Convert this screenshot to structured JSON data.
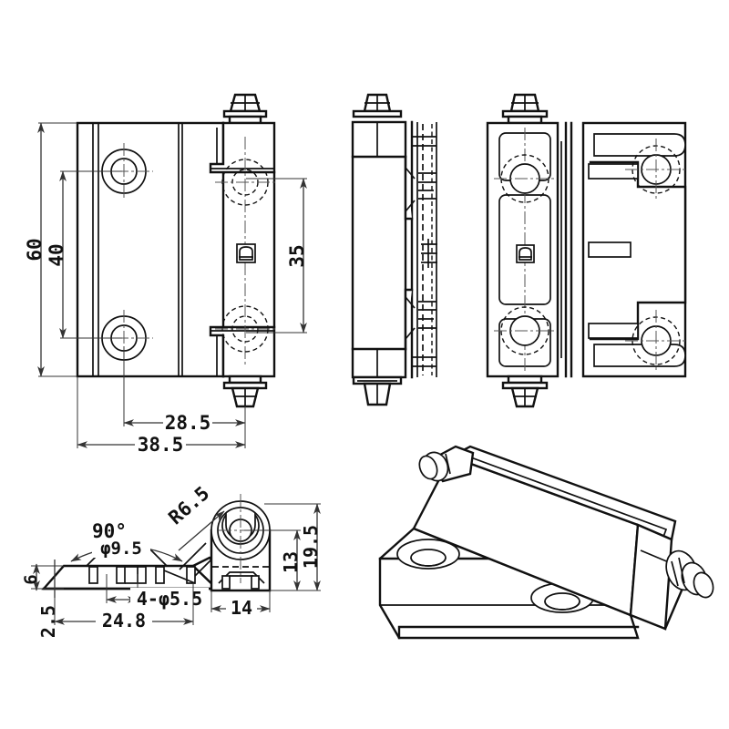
{
  "drawing": {
    "type": "engineering-drawing",
    "subject": "door hinge",
    "projection": "third-angle-multiview",
    "units": "mm",
    "line_color": "#111111",
    "background_color": "#ffffff",
    "views": [
      {
        "id": "front-view",
        "name": "Front view (hinge leaf face)",
        "position": "top-left"
      },
      {
        "id": "side-view",
        "name": "Side view (edge / knuckle)",
        "position": "top-center"
      },
      {
        "id": "rear-view",
        "name": "Rear view (opposite leaf)",
        "position": "top-right"
      },
      {
        "id": "section-view",
        "name": "Section / profile view",
        "position": "bottom-left"
      },
      {
        "id": "end-view",
        "name": "End view (knuckle end)",
        "position": "bottom-center"
      },
      {
        "id": "isometric-view",
        "name": "Isometric pictorial view",
        "position": "bottom-right"
      }
    ]
  },
  "dimensions": {
    "overall_height": {
      "label": "60",
      "value": 60,
      "orientation": "vertical",
      "view": "front-view"
    },
    "hole_spacing_v": {
      "label": "40",
      "value": 40,
      "orientation": "vertical",
      "view": "front-view"
    },
    "knuckle_length": {
      "label": "35",
      "value": 35,
      "orientation": "vertical",
      "view": "front-view"
    },
    "hole_offset_h": {
      "label": "28.5",
      "value": 28.5,
      "orientation": "horizontal",
      "view": "front-view"
    },
    "overall_width": {
      "label": "38.5",
      "value": 38.5,
      "orientation": "horizontal",
      "view": "front-view"
    },
    "countersink_angle": {
      "label": "90°",
      "value": 90,
      "orientation": "angular",
      "view": "section-view"
    },
    "countersink_dia": {
      "label": "φ9.5",
      "value": 9.5,
      "orientation": "horizontal",
      "view": "section-view"
    },
    "hole_count_dia": {
      "label": "4-φ5.5",
      "value": 5.5,
      "count": 4,
      "orientation": "horizontal",
      "view": "section-view"
    },
    "plate_thickness": {
      "label": "6",
      "value": 6,
      "orientation": "vertical",
      "view": "section-view"
    },
    "flange_thickness": {
      "label": "2.5",
      "value": 2.5,
      "orientation": "vertical",
      "view": "section-view"
    },
    "base_length": {
      "label": "24.8",
      "value": 24.8,
      "orientation": "horizontal",
      "view": "section-view"
    },
    "knuckle_radius": {
      "label": "R6.5",
      "value": 6.5,
      "orientation": "leader",
      "view": "end-view"
    },
    "height_to_axis": {
      "label": "13",
      "value": 13,
      "orientation": "vertical",
      "view": "end-view"
    },
    "overall_depth": {
      "label": "19.5",
      "value": 19.5,
      "orientation": "vertical",
      "view": "end-view"
    },
    "knuckle_width": {
      "label": "14",
      "value": 14,
      "orientation": "horizontal",
      "view": "end-view"
    }
  }
}
